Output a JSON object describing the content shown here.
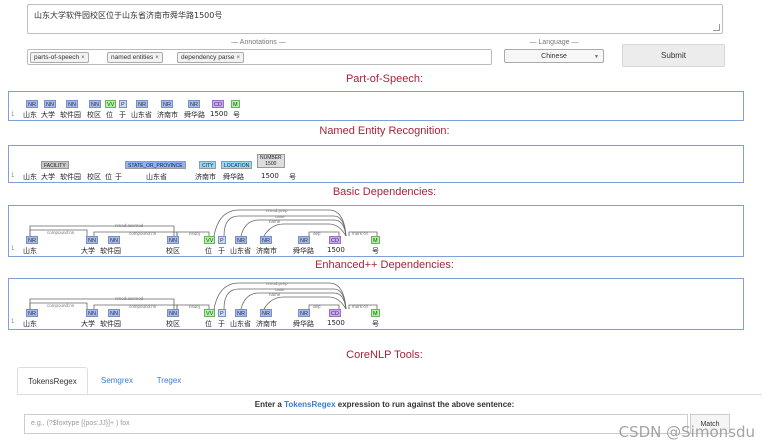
{
  "input": {
    "text": "山东大学软件园校区位于山东省济南市舜华路1500号"
  },
  "annotations": {
    "caption": "— Annotations —",
    "tags": [
      {
        "label": "parts-of-speech",
        "remove": "×"
      },
      {
        "label": "named entities",
        "remove": "×"
      },
      {
        "label": "dependency parse",
        "remove": "×"
      }
    ]
  },
  "language": {
    "caption": "— Language —",
    "selected": "Chinese",
    "arrow": "▼"
  },
  "submit_label": "Submit",
  "sections": {
    "pos_title": "Part-of-Speech:",
    "ner_title": "Named Entity Recognition:",
    "basic_title": "Basic Dependencies:",
    "enhanced_title": "Enhanced++ Dependencies:"
  },
  "line_number": "1",
  "tokens": [
    "山东",
    "大学",
    "软件园",
    "校区",
    "位",
    "于",
    "山东省",
    "济南市",
    "舜华路",
    "1500",
    "号"
  ],
  "pos_tags": [
    "NR",
    "NN",
    "NN",
    "NN",
    "VV",
    "P",
    "NR",
    "NR",
    "NR",
    "CD",
    "M"
  ],
  "ner": {
    "facility": "FACILITY",
    "state": "STATE_OR_PROVINCE",
    "city": "CITY",
    "location": "LOCATION",
    "number": "NUMBER",
    "number_value": "1500"
  },
  "dep_labels": {
    "compound1": "compound:nn",
    "nmod_assmod": "nmod:assmod",
    "compound2": "compound:nn",
    "nsubj": "nsubj",
    "nmod_prep": "nmod:prep",
    "case": "case",
    "name": "name",
    "dep": "dep",
    "mark_clf": "mark:clf"
  },
  "tools": {
    "title": "CoreNLP Tools:",
    "tabs": [
      "TokensRegex",
      "Semgrex",
      "Tregex"
    ],
    "prompt_pre": "Enter a",
    "prompt_link": "TokensRegex",
    "prompt_post": "expression to run against the above sentence:",
    "placeholder": "e.g., (?$foxtype [{pos:JJ}]+ ) fox",
    "match_label": "Match"
  },
  "watermark": "CSDN @Simonsdu"
}
